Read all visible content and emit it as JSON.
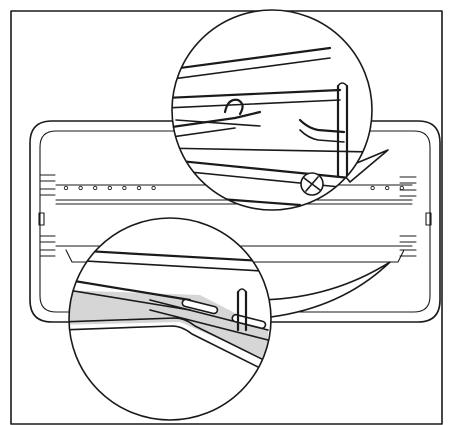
{
  "figure": {
    "kind": "oven-shelf-installation-illustration",
    "colors": {
      "line": "#1a1a1a",
      "shade": "#d6d6d6",
      "background": "#ffffff"
    },
    "callouts": [
      {
        "name": "top-magnifier",
        "shows": "wire-shelf-hook-on-side-rail"
      },
      {
        "name": "bottom-magnifier",
        "shows": "tray-slot-on-side-rail"
      }
    ]
  }
}
